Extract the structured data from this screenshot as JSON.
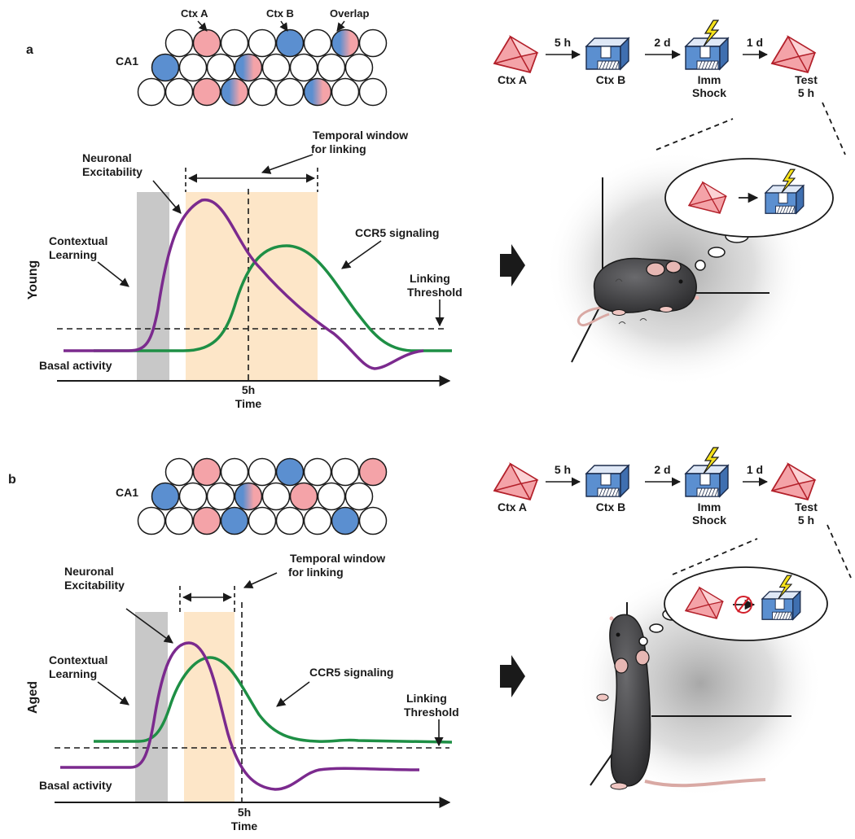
{
  "panel_a": {
    "letter": "a",
    "cells": {
      "region": "CA1",
      "labels": {
        "ctx_a": "Ctx A",
        "ctx_b": "Ctx B",
        "overlap": "Overlap"
      },
      "colors": {
        "ctx_a": "#f4a3a8",
        "ctx_b": "#5b8fd0",
        "empty": "#ffffff"
      },
      "rows": [
        [
          "w",
          "a",
          "w",
          "w",
          "b",
          "w",
          "o",
          "w"
        ],
        [
          "b",
          "w",
          "w",
          "o",
          "w",
          "w",
          "w",
          "w"
        ],
        [
          "w",
          "w",
          "a",
          "o",
          "w",
          "w",
          "o",
          "w",
          "w"
        ]
      ]
    },
    "graph": {
      "age_label": "Young",
      "neuronal_excitability": "Neuronal\nExcitability",
      "contextual_learning": "Contextual\nLearning",
      "ccr5_signaling": "CCR5 signaling",
      "linking_threshold": "Linking\nThreshold",
      "basal_activity": "Basal activity",
      "temporal_window": "Temporal window\nfor linking",
      "tick_5h": "5h",
      "x_axis_label": "Time"
    },
    "protocol": {
      "steps": [
        "Ctx A",
        "Ctx B",
        "Imm\nShock",
        "Test\n5 h"
      ],
      "intervals": [
        "5 h",
        "2 d",
        "1 d"
      ]
    }
  },
  "panel_b": {
    "letter": "b",
    "cells": {
      "region": "CA1",
      "rows": [
        [
          "w",
          "a",
          "w",
          "w",
          "b",
          "w",
          "w",
          "a"
        ],
        [
          "b",
          "w",
          "w",
          "o",
          "w",
          "a",
          "w",
          "w"
        ],
        [
          "w",
          "w",
          "a",
          "b",
          "w",
          "w",
          "w",
          "b",
          "w"
        ]
      ]
    },
    "graph": {
      "age_label": "Aged",
      "neuronal_excitability": "Neuronal\nExcitability",
      "contextual_learning": "Contextual\nLearning",
      "ccr5_signaling": "CCR5 signaling",
      "linking_threshold": "Linking\nThreshold",
      "basal_activity": "Basal activity",
      "temporal_window": "Temporal window\nfor linking",
      "tick_5h": "5h",
      "x_axis_label": "Time"
    },
    "protocol": {
      "steps": [
        "Ctx A",
        "Ctx B",
        "Imm\nShock",
        "Test\n5 h"
      ],
      "intervals": [
        "5 h",
        "2 d",
        "1 d"
      ]
    }
  },
  "colors": {
    "excitability_curve": "#7b2a8e",
    "ccr5_curve": "#1e8f45",
    "learning_band": "#c8c8c8",
    "window_band": "#fde6c8",
    "ctx_a_fill": "#f4a3a8",
    "ctx_a_stroke": "#b3202a",
    "ctx_b_fill": "#5b8fd0",
    "shock": "#f5e11a",
    "mouse_body": "#3b3b3d"
  }
}
